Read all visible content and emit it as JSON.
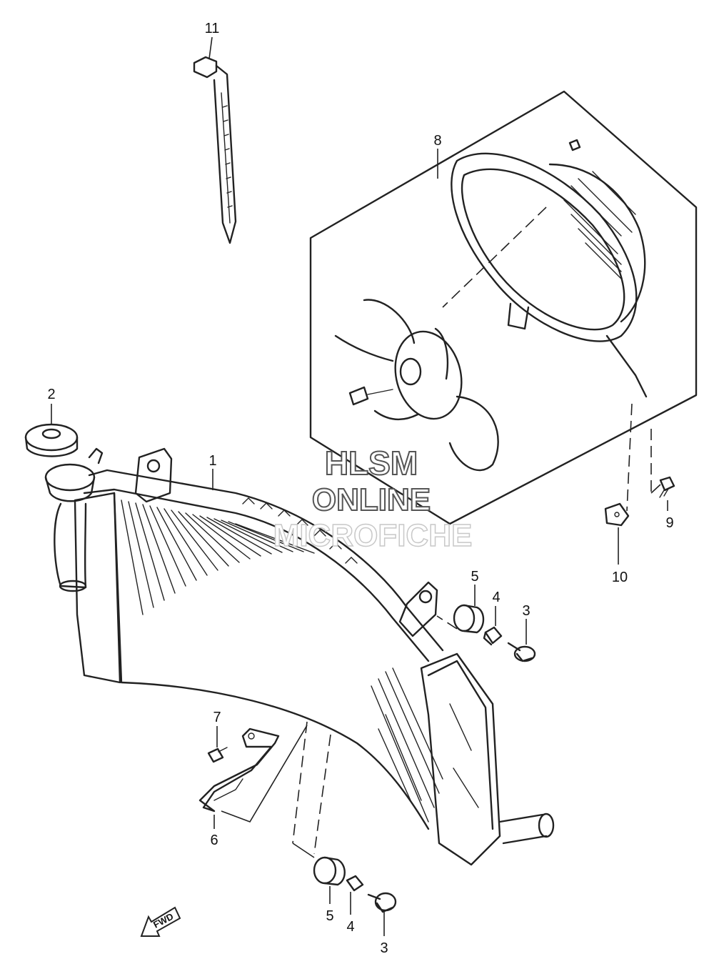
{
  "callouts": {
    "c1": "1",
    "c2": "2",
    "c3a": "3",
    "c3b": "3",
    "c4a": "4",
    "c4b": "4",
    "c5a": "5",
    "c5b": "5",
    "c6": "6",
    "c7": "7",
    "c8": "8",
    "c9": "9",
    "c10": "10",
    "c11": "11"
  },
  "watermark": {
    "line1": "HLSM",
    "line2": "ONLINE",
    "line3": "MICROFICHE"
  },
  "direction_arrow": {
    "label": "FWD"
  }
}
